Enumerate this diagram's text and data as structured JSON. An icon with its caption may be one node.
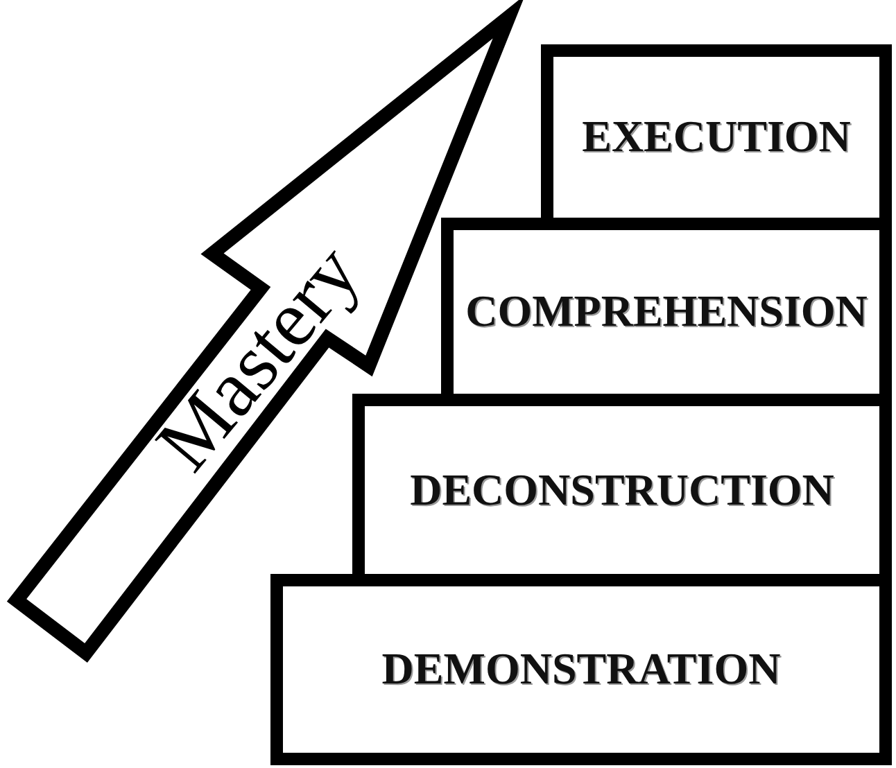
{
  "diagram": {
    "nodes": [
      {
        "text": [
          "Mastery"
        ]
      },
      {
        "text": [
          "EXECUTION"
        ]
      },
      {
        "text": [
          "COMPREHENSION"
        ]
      },
      {
        "text": [
          "DECONSTRUCTION"
        ]
      },
      {
        "text": [
          "DEMONSTRATION"
        ]
      }
    ]
  }
}
